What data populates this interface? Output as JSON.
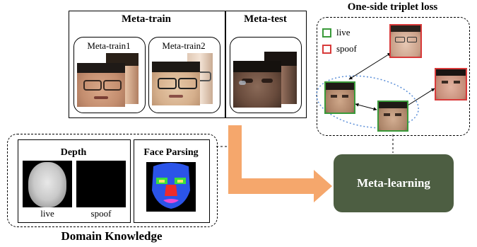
{
  "meta_train": {
    "title": "Meta-train",
    "sub1": "Meta-train1",
    "sub2": "Meta-train2"
  },
  "meta_test": {
    "title": "Meta-test"
  },
  "triplet": {
    "title": "One-side triplet loss",
    "legend_live": "live",
    "legend_spoof": "spoof",
    "colors": {
      "live": "#3a9a3a",
      "spoof": "#d83a3a",
      "ellipse": "#5b8fd8"
    }
  },
  "knowledge": {
    "title": "Domain Knowledge",
    "depth_title": "Depth",
    "depth_live": "live",
    "depth_spoof": "spoof",
    "parsing_title": "Face Parsing"
  },
  "meta_learning": {
    "label": "Meta-learning",
    "color": "#4d5e42"
  },
  "arrow_color": "#f5a76c"
}
